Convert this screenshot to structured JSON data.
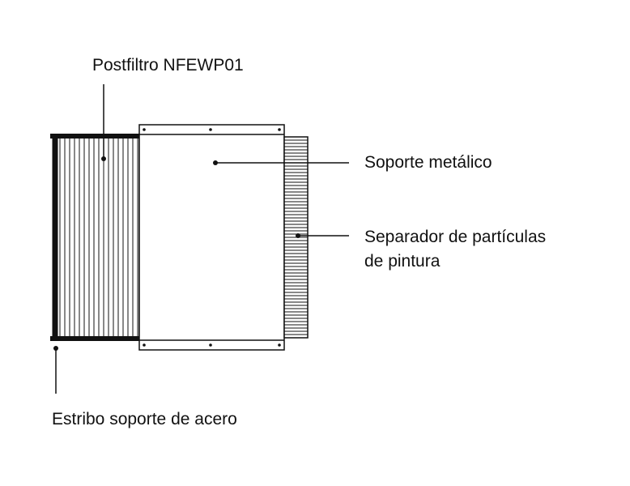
{
  "labels": {
    "postfiltro": "Postfiltro NFEWP01",
    "soporte_metalico": "Soporte metálico",
    "separador_line1": "Separador de partículas",
    "separador_line2": "de pintura",
    "estribo": "Estribo soporte de acero"
  },
  "colors": {
    "ink": "#111111",
    "background": "#ffffff"
  }
}
